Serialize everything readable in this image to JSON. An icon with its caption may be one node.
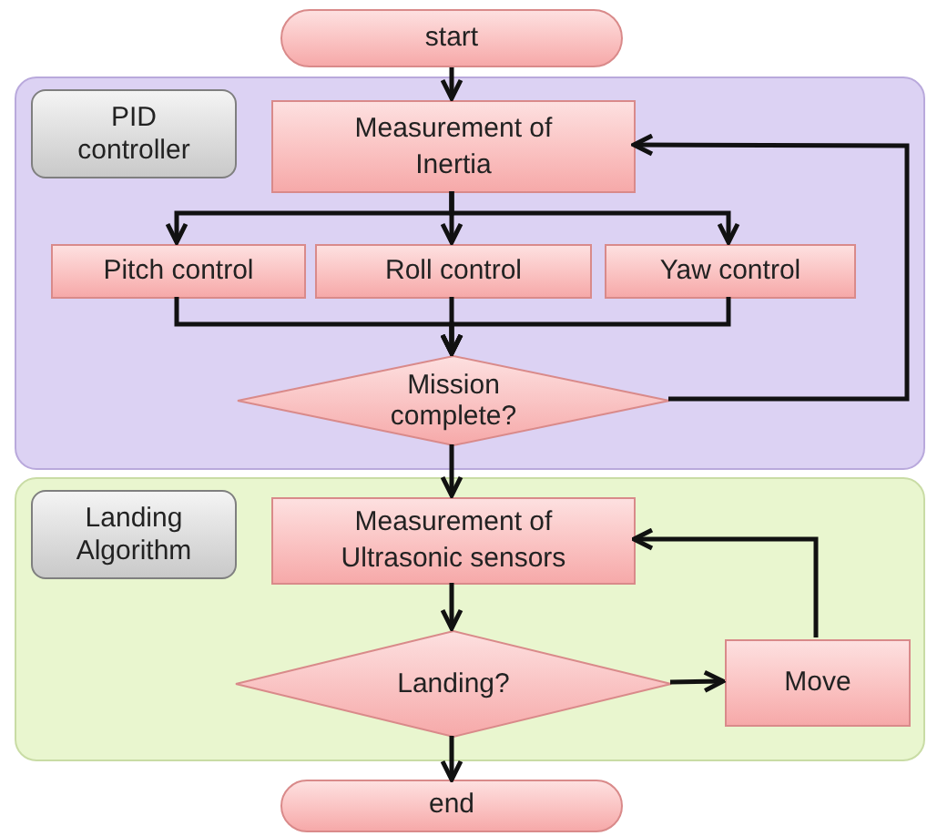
{
  "diagram": {
    "nodes": [
      {
        "text": [
          "start"
        ]
      },
      {
        "text": [
          "PID controller"
        ]
      },
      {
        "text": [
          "Measurement of Inertia"
        ],
        "in": 1
      },
      {
        "text": [
          "Pitch control"
        ],
        "in": 1
      },
      {
        "text": [
          "Roll control"
        ],
        "in": 1
      },
      {
        "text": [
          "Yaw control"
        ],
        "in": 1
      },
      {
        "text": [
          "Mission complete?"
        ],
        "in": 1
      },
      {
        "text": [
          "Landing Algorithm"
        ]
      },
      {
        "text": [
          "Measurement of Ultrasonic sensors"
        ],
        "in": 7
      },
      {
        "text": [
          "Landing?"
        ],
        "in": 7
      },
      {
        "text": [
          "Move"
        ],
        "in": 7
      },
      {
        "text": [
          "end"
        ]
      }
    ],
    "edges": [
      {
        "from": 0,
        "to": 2,
        "arrow": "to"
      },
      {
        "from": 2,
        "to": 3,
        "arrow": "to"
      },
      {
        "from": 2,
        "to": 4,
        "arrow": "to"
      },
      {
        "from": 2,
        "to": 5,
        "arrow": "to"
      },
      {
        "from": 3,
        "to": 6,
        "arrow": "to"
      },
      {
        "from": 4,
        "to": 6,
        "arrow": "to"
      },
      {
        "from": 5,
        "to": 6,
        "arrow": "to"
      },
      {
        "from": 6,
        "to": 2,
        "arrow": "to"
      },
      {
        "from": 6,
        "to": 8,
        "arrow": "to"
      },
      {
        "from": 8,
        "to": 9,
        "arrow": "to"
      },
      {
        "from": 9,
        "to": 10,
        "arrow": "to"
      },
      {
        "from": 10,
        "to": 8,
        "arrow": "to"
      },
      {
        "from": 9,
        "to": 11,
        "arrow": "to"
      }
    ]
  }
}
